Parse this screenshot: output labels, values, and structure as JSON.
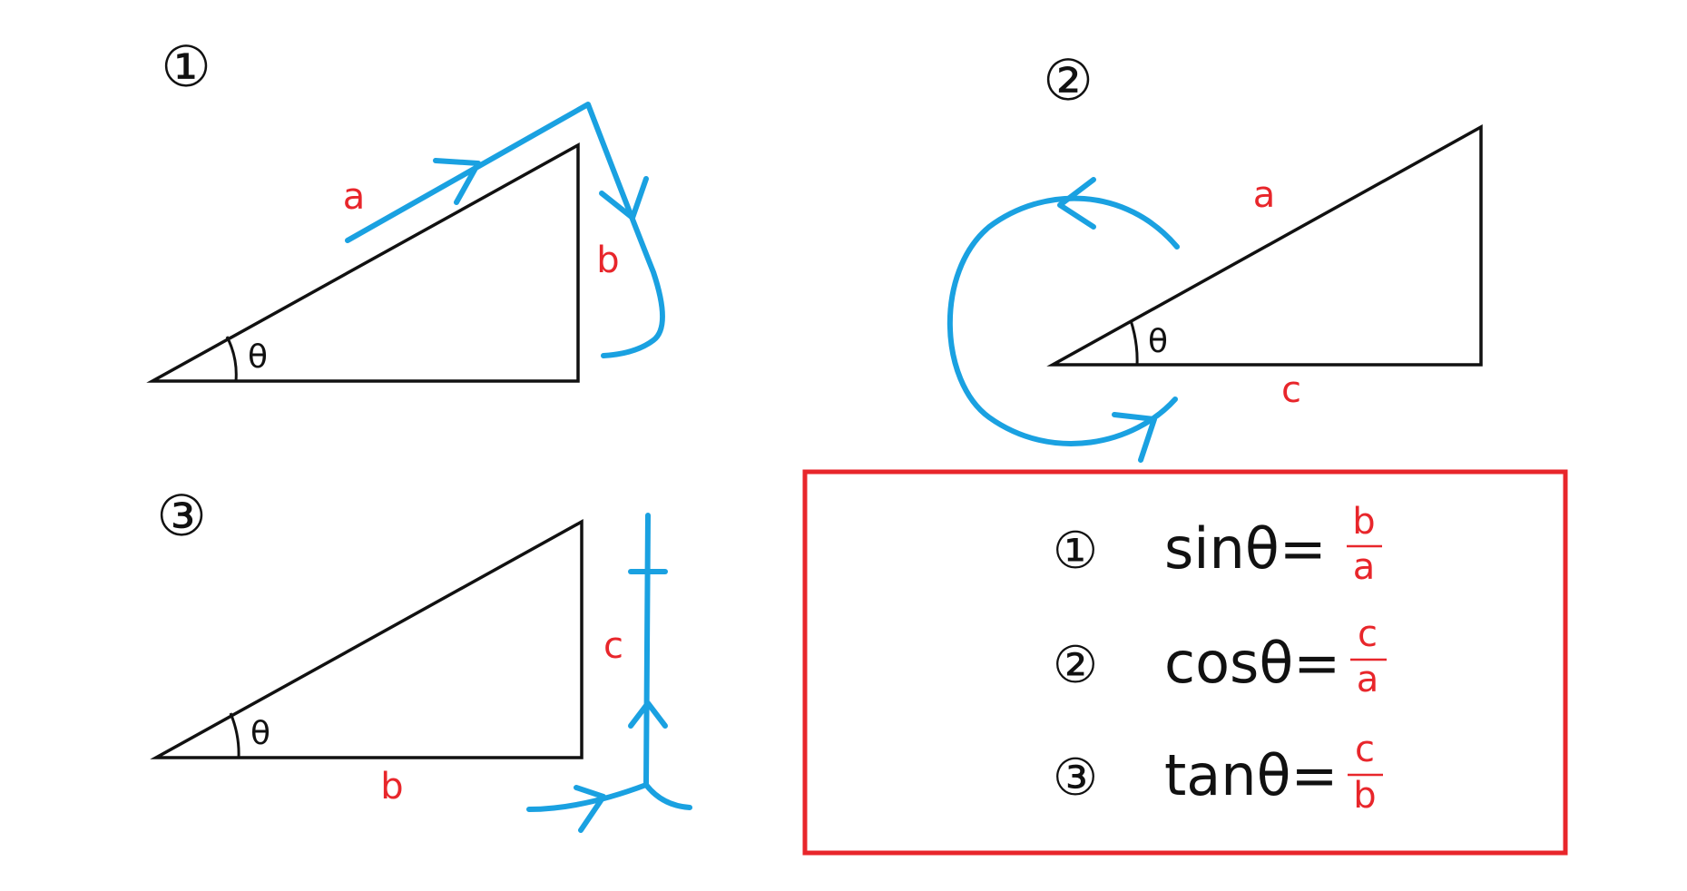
{
  "panel1": {
    "number": "①",
    "hyp": "a",
    "opp": "b",
    "angle": "θ"
  },
  "panel2": {
    "number": "②",
    "hyp": "a",
    "adj": "c",
    "angle": "θ"
  },
  "panel3": {
    "number": "③",
    "opp": "c",
    "adj": "b",
    "angle": "θ"
  },
  "formulas": [
    {
      "number": "①",
      "name": "sinθ=",
      "num": "b",
      "den": "a"
    },
    {
      "number": "②",
      "name": "cosθ=",
      "num": "c",
      "den": "a"
    },
    {
      "number": "③",
      "name": "tanθ=",
      "num": "c",
      "den": "b"
    }
  ],
  "colors": {
    "accent_red": "#e8262b",
    "arrow_blue": "#1aa1e1",
    "line_black": "#111111"
  }
}
